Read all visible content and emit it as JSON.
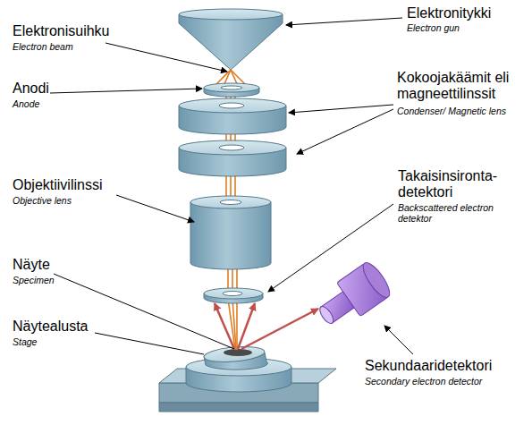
{
  "diagram": {
    "labels": [
      "Elektronitykki",
      "Electron gun",
      "Elektronisuihku",
      "Electron beam",
      "Anodi",
      "Anode",
      "Kokoojakäämit eli magneettilinssit",
      "Condenser/ Magnetic lens",
      "Objektiivilinssi",
      "Objective lens",
      "Takaisinsironta- detektori",
      "Backscattered electron detektor",
      "Näyte",
      "Specimen",
      "Näytealusta",
      "Stage",
      "Sekundaaridetektori",
      "Secondary electron detector"
    ]
  }
}
